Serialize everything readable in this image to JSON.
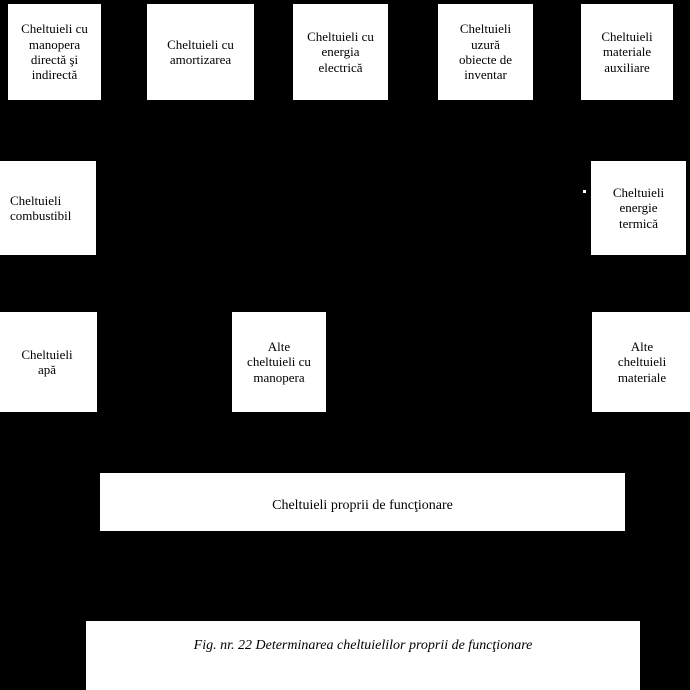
{
  "diagram": {
    "title_caption": "Fig. nr. 22  Determinarea cheltuielilor proprii de funcţionare",
    "background_color": "#000000",
    "box_fill_color": "#ffffff",
    "box_border_color": "#000000",
    "rows": {
      "row1": [
        {
          "id": "manopera",
          "label": "Cheltuieli cu\nmanopera\ndirectă şi\nindirectă"
        },
        {
          "id": "amortizarea",
          "label": "Cheltuieli cu\namortizarea"
        },
        {
          "id": "energie-electrica",
          "label": "Cheltuieli cu\nenergia\nelectrică"
        },
        {
          "id": "uzura-obiecte-inventar",
          "label": "Cheltuieli\nuzură\nobiecte de\ninventar"
        },
        {
          "id": "materiale-auxiliare",
          "label": "Cheltuieli\nmateriale\nauxiliare"
        }
      ],
      "row2": [
        {
          "id": "combustibil",
          "label": "Cheltuieli\ncombustibil"
        },
        {
          "id": "energie-termica",
          "label": "Cheltuieli\nenergie\ntermică"
        }
      ],
      "row3": [
        {
          "id": "apa",
          "label": "Cheltuieli\napă"
        },
        {
          "id": "alte-cheltuieli-manopera",
          "label": "Alte\ncheltuieli cu\nmanopera"
        },
        {
          "id": "alte-cheltuieli-materiale",
          "label": "Alte\ncheltuieli\nmateriale"
        }
      ]
    },
    "summary_box": {
      "id": "cheltuieli-proprii",
      "label": "Cheltuieli proprii de funcţionare"
    }
  }
}
